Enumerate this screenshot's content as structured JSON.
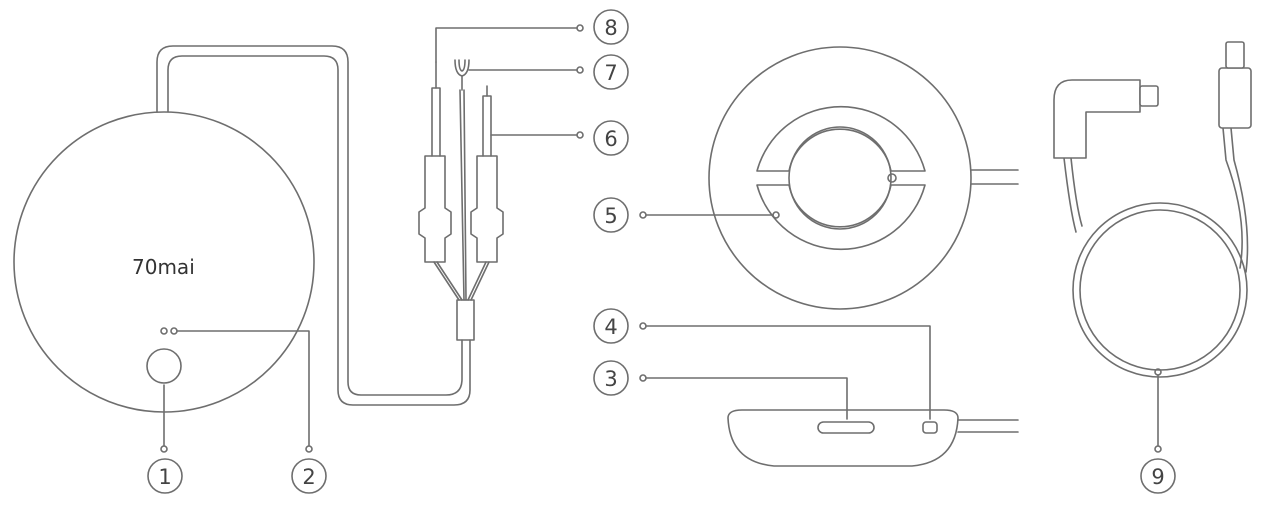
{
  "brand": {
    "logo_text": "70mai"
  },
  "callouts": {
    "c1": "1",
    "c2": "2",
    "c3": "3",
    "c4": "4",
    "c5": "5",
    "c6": "6",
    "c7": "7",
    "c8": "8",
    "c9": "9"
  },
  "colors": {
    "line": "#6e6e6e",
    "text": "#444444",
    "background": "#ffffff"
  }
}
